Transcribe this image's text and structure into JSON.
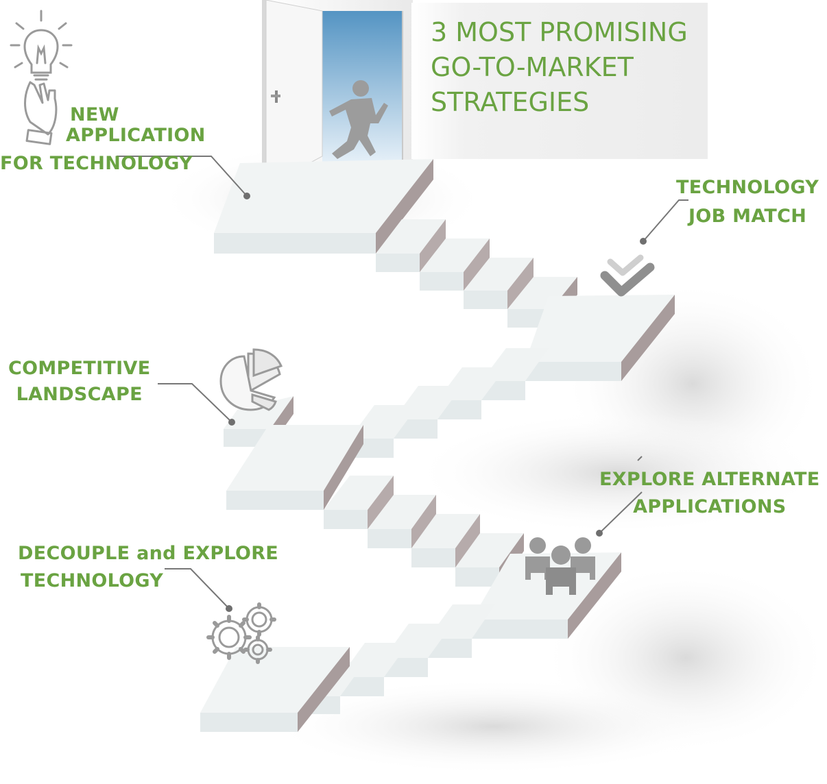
{
  "title": {
    "line1": "3 MOST PROMISING",
    "line2": "GO-TO-MARKET",
    "line3": "STRATEGIES"
  },
  "labels": {
    "new_application": {
      "line1": "NEW",
      "line2": "APPLICATION",
      "line3": "FOR TECHNOLOGY"
    },
    "technology_job_match": {
      "line1": "TECHNOLOGY",
      "line2": "JOB MATCH"
    },
    "competitive_landscape": {
      "line1": "COMPETITIVE",
      "line2": "LANDSCAPE"
    },
    "explore_alternate": {
      "line1": "EXPLORE ALTERNATE",
      "line2": "APPLICATIONS"
    },
    "decouple": {
      "line1": "DECOUPLE and EXPLORE",
      "line2": "TECHNOLOGY"
    }
  },
  "colors": {
    "accent": "#6aa342",
    "icon": "#9a9a9a",
    "leader": "#777777",
    "tread": "#f1f4f4",
    "riser": "#e4eaeb",
    "side": "#a89c9c",
    "door_sky_top": "#5494c3",
    "door_sky_bottom": "#e6f0f8"
  },
  "icons": [
    "lightbulb-icon",
    "hand-icon",
    "running-man-icon",
    "growth-chart-icon",
    "checkmark-icon",
    "pie-chart-icon",
    "people-group-icon",
    "gears-icon"
  ]
}
